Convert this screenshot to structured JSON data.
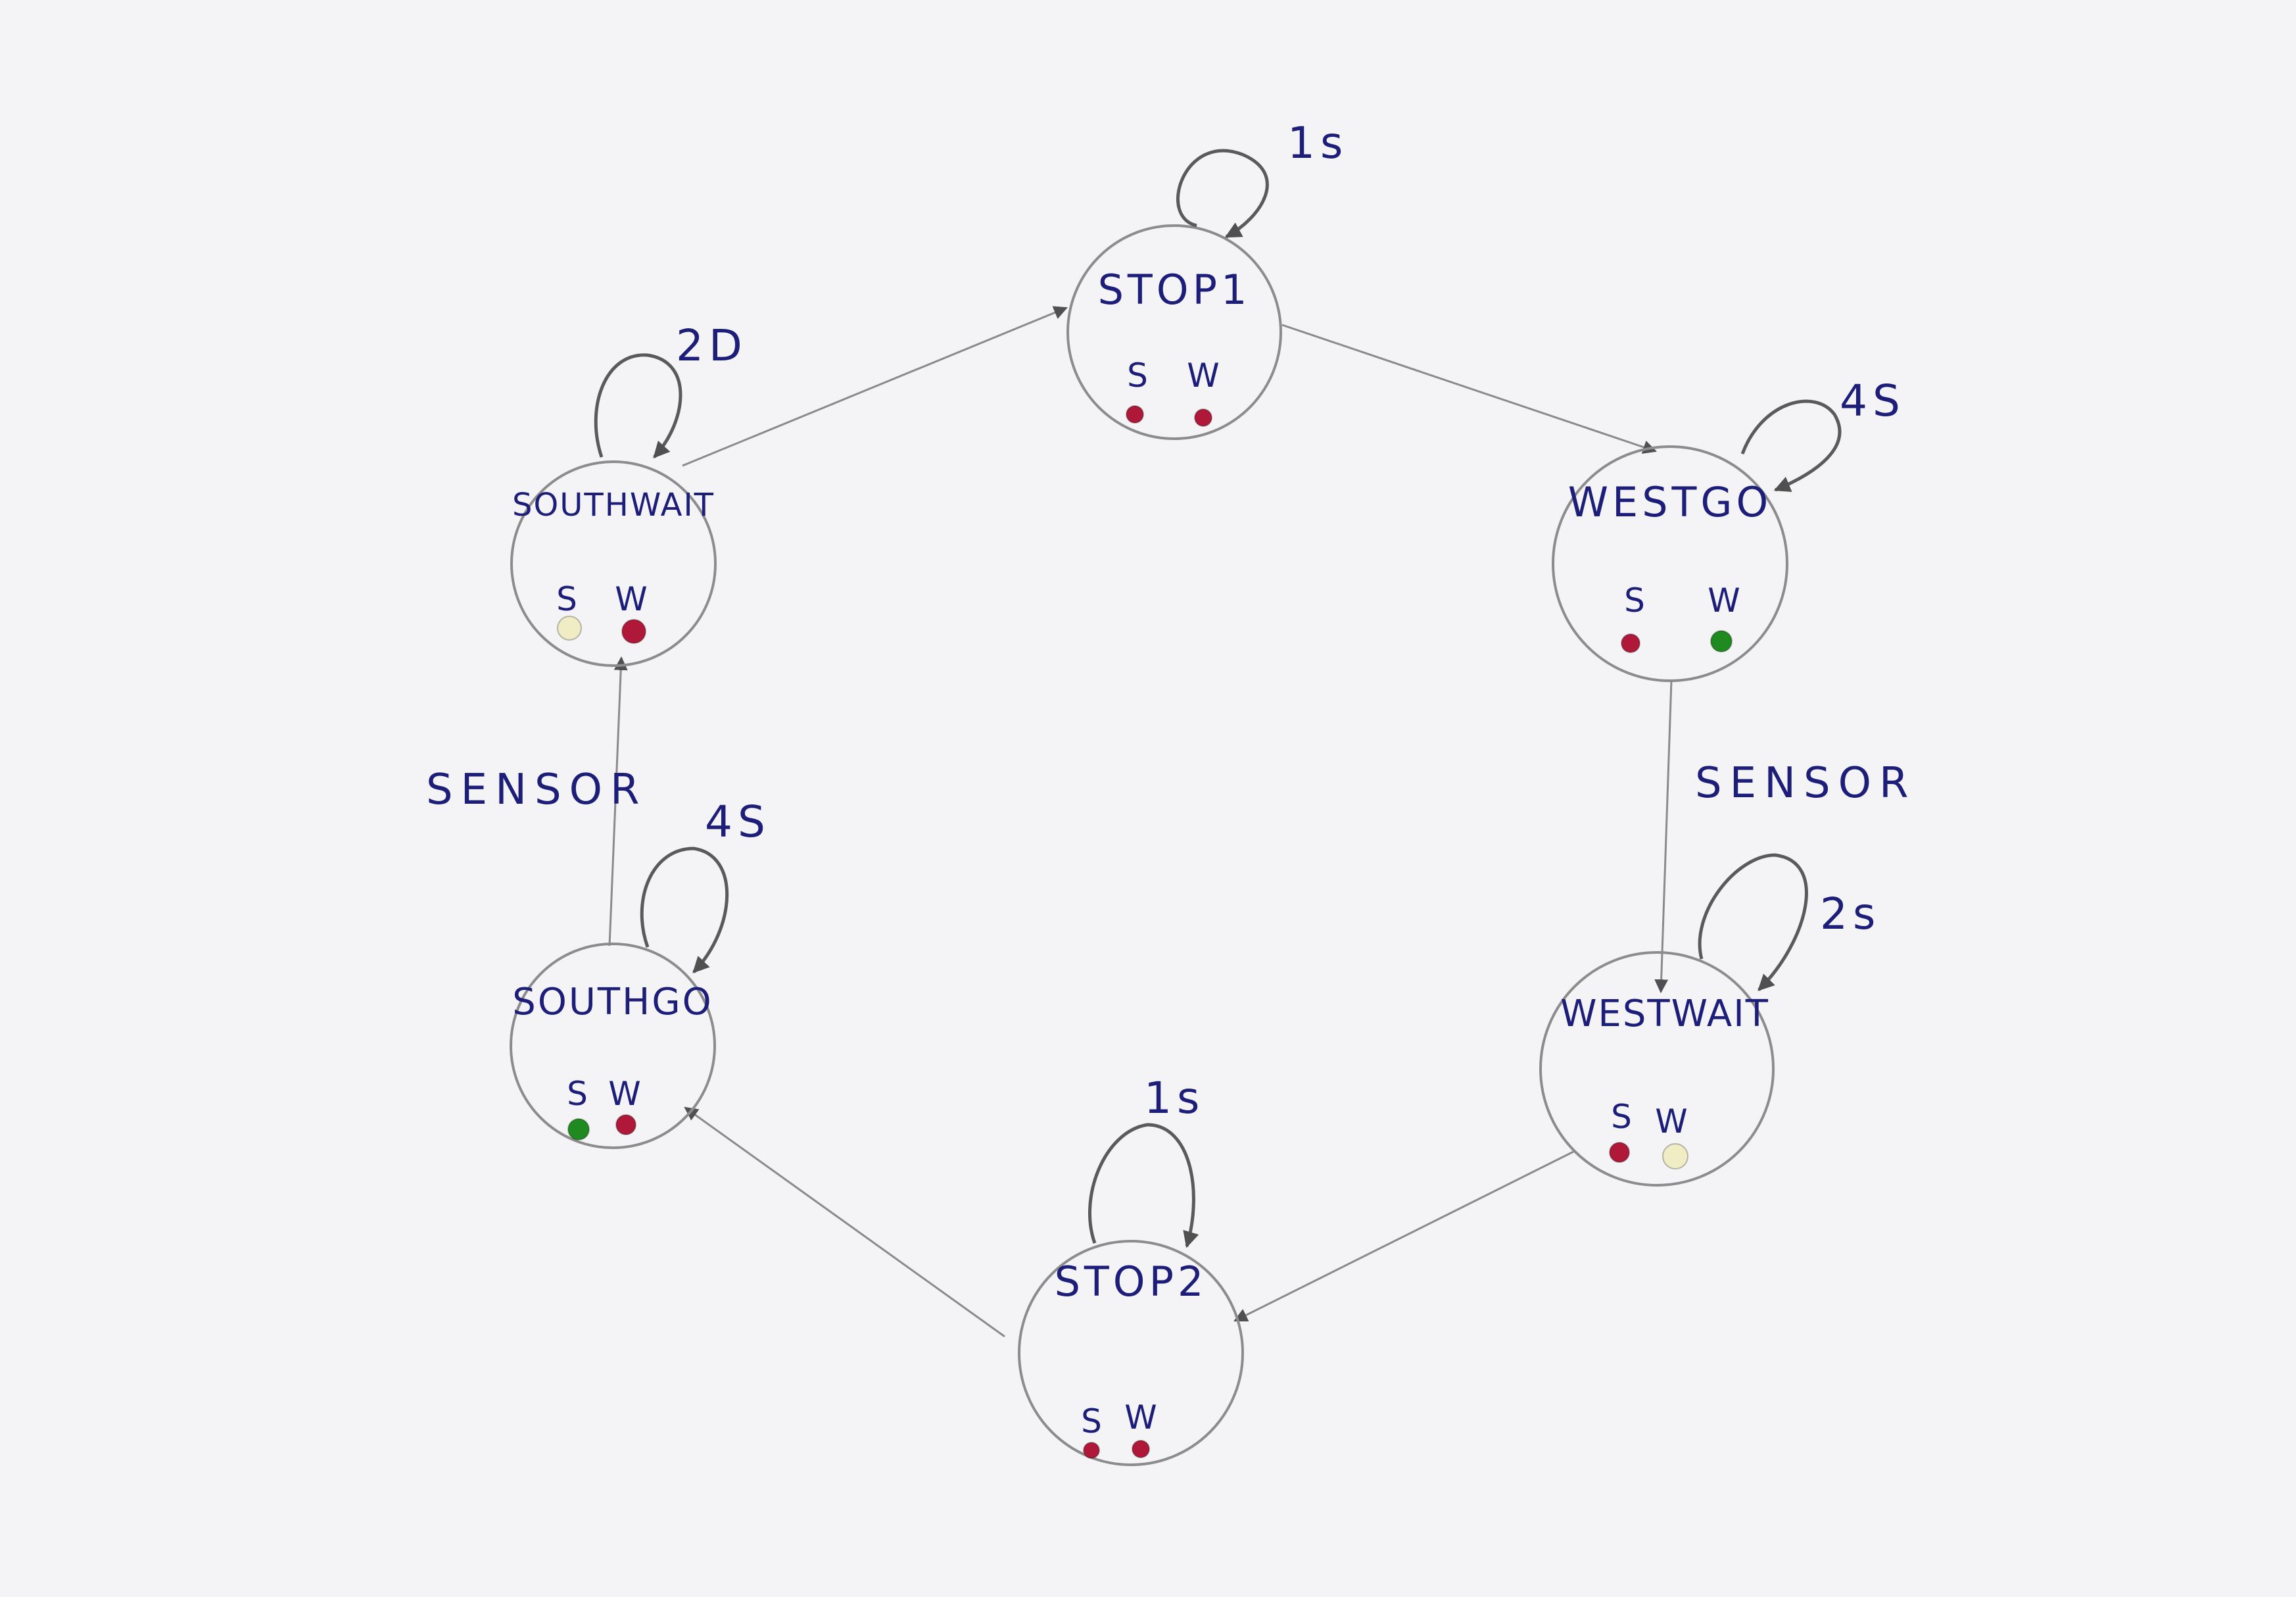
{
  "colors": {
    "red": "#b0183a",
    "green": "#1f8a1f",
    "yellow": "#f0ecc4",
    "ink": "#1d1d7a"
  },
  "states": {
    "stop1": {
      "name": "STOP1",
      "self_loop": "1s",
      "lights": {
        "S": "red",
        "W": "red"
      },
      "south_label": "S",
      "west_label": "W"
    },
    "westgo": {
      "name": "WESTGO",
      "self_loop": "4S",
      "lights": {
        "S": "red",
        "W": "green"
      },
      "south_label": "S",
      "west_label": "W"
    },
    "westwait": {
      "name": "WESTWAIT",
      "self_loop": "2s",
      "lights": {
        "S": "red",
        "W": "yellow"
      },
      "south_label": "S",
      "west_label": "W"
    },
    "stop2": {
      "name": "STOP2",
      "self_loop": "1s",
      "lights": {
        "S": "red",
        "W": "red"
      },
      "south_label": "S",
      "west_label": "W"
    },
    "southgo": {
      "name": "SOUTHGO",
      "self_loop": "4S",
      "lights": {
        "S": "green",
        "W": "red"
      },
      "south_label": "S",
      "west_label": "W"
    },
    "southwait": {
      "name": "SOUTHWAIT",
      "self_loop": "2D",
      "lights": {
        "S": "yellow",
        "W": "red"
      },
      "south_label": "S",
      "west_label": "W"
    }
  },
  "transitions": [
    {
      "from": "stop1",
      "to": "westgo",
      "label": ""
    },
    {
      "from": "westgo",
      "to": "westwait",
      "label": "SENSOR"
    },
    {
      "from": "westwait",
      "to": "stop2",
      "label": ""
    },
    {
      "from": "stop2",
      "to": "southgo",
      "label": ""
    },
    {
      "from": "southgo",
      "to": "southwait",
      "label": "SENSOR"
    },
    {
      "from": "southwait",
      "to": "stop1",
      "label": ""
    }
  ]
}
